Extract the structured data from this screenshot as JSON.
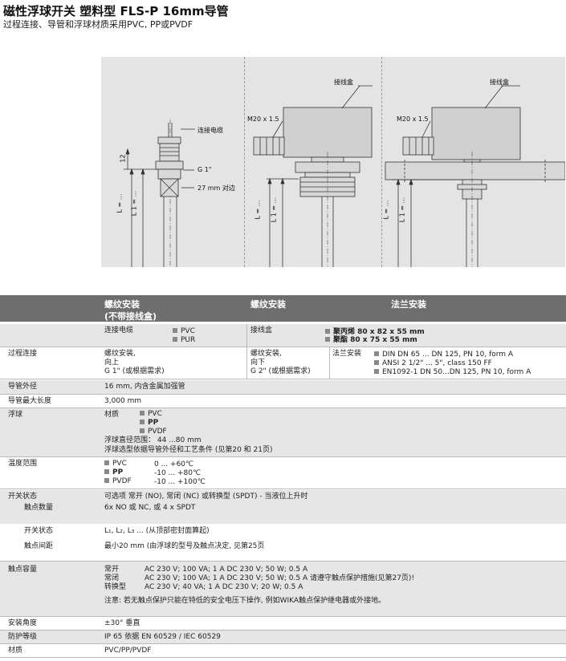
{
  "title": "磁性浮球开关 塑料型 FLS-P 16mm导管",
  "subtitle": "过程连接、导管和浮球材质采用PVC, PP或PVDF",
  "drawing": {
    "left": {
      "cable": "连接电缆",
      "dim_12": "12",
      "thread": "G 1\"",
      "spanner": "27 mm 对边",
      "l": "L = ...",
      "l1": "L 1 = ..."
    },
    "middle": {
      "box": "接线盒",
      "m20": "M20 x 1.5",
      "l": "L = ...",
      "l1": "L 1 = ..."
    },
    "right": {
      "box": "接线盒",
      "m20": "M20 x 1.5",
      "l": "L = ...",
      "l1": "L 1 = ..."
    }
  },
  "table": {
    "header": {
      "col1_line1": "螺纹安装",
      "col1_line2": "(不带接线盒)",
      "col2": "螺纹安装",
      "col3": "法兰安装"
    },
    "conn": {
      "cable_label": "连接电缆",
      "cable_opts": [
        "PVC",
        "PUR"
      ],
      "box_label": "接线盒",
      "box_opts": [
        "聚丙烯 80 x 82 x 55 mm",
        "聚酯 80 x 75 x 55 mm"
      ]
    },
    "process": {
      "label": "过程连接",
      "col1": [
        "螺纹安装,",
        "向上",
        "G 1\" (或根据需求)"
      ],
      "col2": [
        "螺纹安装,",
        "向下",
        "G 2\" (或根据需求)"
      ],
      "col3_label": "法兰安装",
      "col3_opts": [
        "DIN DN 65 ... DN 125, PN 10, form A",
        "ANSI 2 1/2\" ... 5\", class 150 FF",
        "EN1092-1 DN 50...DN 125, PN 10, form A"
      ]
    },
    "guide_dia": {
      "label": "导管外径",
      "value": "16 mm, 内含金属加强管"
    },
    "guide_len": {
      "label": "导管最大长度",
      "value": "3,000 mm"
    },
    "float": {
      "label": "浮球",
      "material_label": "材质",
      "materials": [
        "PVC",
        "PP",
        "PVDF"
      ],
      "diameter": "浮球直径范围： 44 ...80 mm",
      "note": "浮球选型依据导管外径和工艺条件 (见第20 和 21页)"
    },
    "temp": {
      "label": "温度范围",
      "rows": [
        {
          "mat": "PVC",
          "range": "0 ... +60℃"
        },
        {
          "mat": "PP",
          "range": "-10 ... +80℃"
        },
        {
          "mat": "PVDF",
          "range": "-10 ... +100℃"
        }
      ]
    },
    "switch": {
      "label": "开关状态",
      "value": "可选项 常开 (NO), 常闭 (NC) 或转换型 (SPDT) - 当液位上升时",
      "contacts_label": "触点数量",
      "contacts_value": "6x NO 或 NC, 或 4 x SPDT",
      "state_label": "开关状态",
      "state_value": "L₁, L₂, L₃ ... (从顶部密封面算起)",
      "distance_label": "触点间距",
      "distance_value": "最小20 mm (由浮球的型号及触点决定, 见第25页"
    },
    "rating": {
      "label": "触点容量",
      "rows": [
        {
          "type": "常开",
          "val": "AC 230 V; 100 VA; 1 A  DC 230 V; 50 W; 0.5 A"
        },
        {
          "type": "常闭",
          "val": "AC 230 V; 100 VA; 1 A  DC 230 V; 50 W; 0.5 A 请遵守触点保护措施(见第27页)!"
        },
        {
          "type": "转换型",
          "val": "AC 230 V; 40 VA; 1 A  DC 230 V; 20 W; 0.5 A"
        }
      ],
      "note": "注意: 若无触点保护只能在特低的安全电压下操作, 例如WIKA触点保护继电器或外接地。"
    },
    "angle": {
      "label": "安装角度",
      "value": "±30° 垂直"
    },
    "ip": {
      "label": "防护等级",
      "value": "IP 65 依据 EN 60529 / IEC 60529"
    },
    "material": {
      "label": "材质",
      "value": "PVC/PP/PVDF"
    }
  }
}
